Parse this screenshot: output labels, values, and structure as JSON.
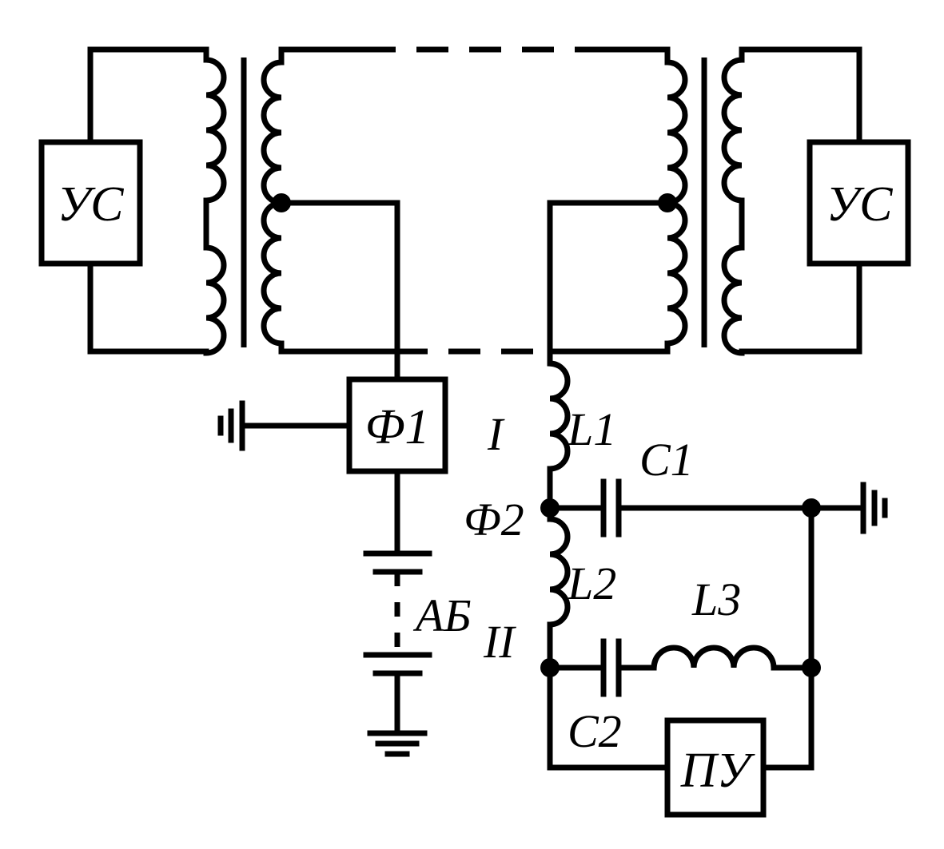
{
  "labels": {
    "us_left": "УС",
    "us_right": "УС",
    "f1": "Ф1",
    "f2": "Ф2",
    "pu": "ПУ",
    "ab": "АБ",
    "l1": "L1",
    "l2": "L2",
    "l3": "L3",
    "c1": "C1",
    "c2": "C2",
    "section_1": "I",
    "section_2": "II"
  }
}
